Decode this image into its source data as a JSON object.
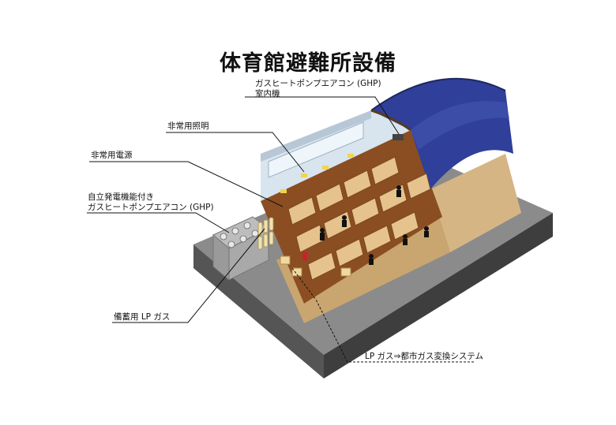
{
  "title": "体育館避難所設備",
  "labels": {
    "ghp_indoor_line1": "ガスヒートポンプエアコン (GHP)",
    "ghp_indoor_line2": "室内機",
    "emergency_lighting": "非常用照明",
    "emergency_power": "非常用電源",
    "ghp_outdoor_line1": "自立発電機能付き",
    "ghp_outdoor_line2": "ガスヒートポンプエアコン (GHP)",
    "lp_gas_storage": "備蓄用 LP ガス",
    "gas_conversion": "LP ガス⇒都市ガス変換システム"
  },
  "colors": {
    "roof_blue": "#2f3f9a",
    "wall_tan": "#d9b98a",
    "floor_brown": "#8a4e22",
    "base_gray": "#6e6e6e",
    "partition": "#e6c28c"
  }
}
